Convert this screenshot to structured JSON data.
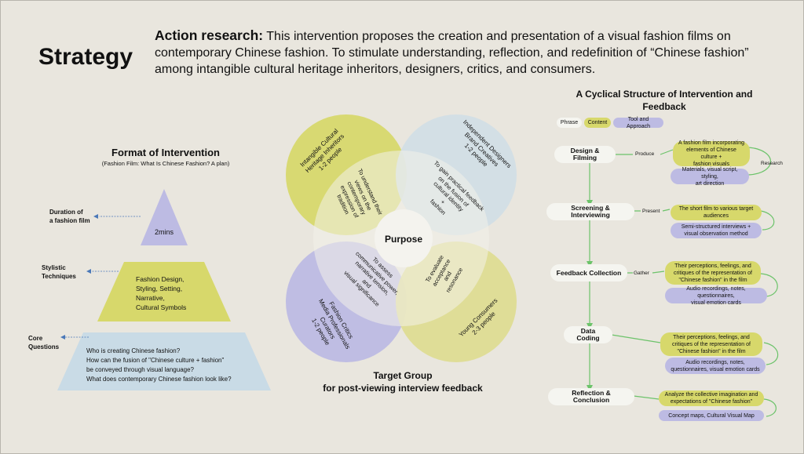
{
  "header": {
    "title": "Strategy",
    "intro_bold": "Action research:",
    "intro_text": " This  intervention proposes the creation and presentation of a visual fashion films on contemporary Chinese fashion. To stimulate understanding, reflection, and redefinition of “Chinese fashion” among intangible cultural heritage inheritors, designers, critics, and consumers."
  },
  "format": {
    "title": "Format of Intervention",
    "subtitle": "(Fashion Film: What Is Chinese Fashion? A plan)",
    "levels": [
      {
        "label": "Duration of\na fashion film",
        "content": "2mins",
        "color": "#bdbbe3"
      },
      {
        "label": "Stylistic\nTechniques",
        "content": "Fashion Design,\nStyling, Setting,\nNarrative,\nCultural Symbols",
        "color": "#d7d86b"
      },
      {
        "label": "Core\nQuestions",
        "content": "Who is creating Chinese fashion?\nHow can the fusion of \"Chinese culture + fashion\"\nbe conveyed through visual language?\nWhat does contemporary Chinese fashion look like?",
        "color": "#c9dbe6"
      }
    ]
  },
  "venn": {
    "center": "Purpose",
    "caption_line1": "Target Group",
    "caption_line2": "for post-viewing interview feedback",
    "groups": [
      {
        "name": "Intangible Cultural\nHeritage Inheritors\n1-2 people",
        "purpose": "To understand their\nviews on the\ncontemporary\nexpression of\ntradition",
        "color": "#d7d86b"
      },
      {
        "name": "Independent Designers\nBrand Creatives\n1-2 people",
        "purpose": "To gain practical feedback\non the fusion of\ncultural identity\n+\nfashion",
        "color": "#cfdde6"
      },
      {
        "name": "Fashion Critics\nMedia Professionals\nCurators\n1-2 people",
        "purpose": "To assess\ncommunicative power,\nnarrative tension,\nand\nvisual significance",
        "color": "#bdbbe3"
      },
      {
        "name": "Young Consumers\n2-3 people",
        "purpose": "To evaluate\nacceptance\nand\nresonance",
        "color": "#dedc8f"
      }
    ]
  },
  "cycle": {
    "title_line1": "A Cyclical Structure of Intervention and",
    "title_line2": "Feedback",
    "legend": [
      "Phrase",
      "Content",
      "Tool and Approach"
    ],
    "research_label": "Research",
    "steps": [
      {
        "phase": "Design & Filming",
        "verb": "Produce",
        "content": "A fashion film incorporating\nelements of Chinese culture +\nfashion visuals",
        "tool": "Materials, visual script, styling,\nart direction"
      },
      {
        "phase": "Screening & Interviewing",
        "verb": "Present",
        "content": "The short film to various target\naudiences",
        "tool": "Semi-structured interviews +\nvisual observation method"
      },
      {
        "phase": "Feedback Collection",
        "verb": "Gather",
        "content": "Their perceptions, feelings, and\ncritiques of the representation of\n\"Chinese fashion\" in the film",
        "tool": "Audio recordings, notes, questionnaires,\nvisual emotion cards"
      },
      {
        "phase": "Data Coding",
        "verb": "",
        "content": "Their perceptions, feelings, and\ncritiques of the representation of\n\"Chinese fashion\" in the film",
        "tool": "Audio recordings, notes,\nquestionnaires, visual emotion cards"
      },
      {
        "phase": "Reflection & Conclusion",
        "verb": "",
        "content": "Analyze the collective imagination and\nexpectations of \"Chinese fashion\"",
        "tool": "Concept maps, Cultural Visual Map"
      }
    ]
  },
  "colors": {
    "yellow": "#d7d86b",
    "purple": "#bdbbe3",
    "blue": "#c9dbe6",
    "green": "#6cc36a",
    "bg": "#e9e6de"
  }
}
